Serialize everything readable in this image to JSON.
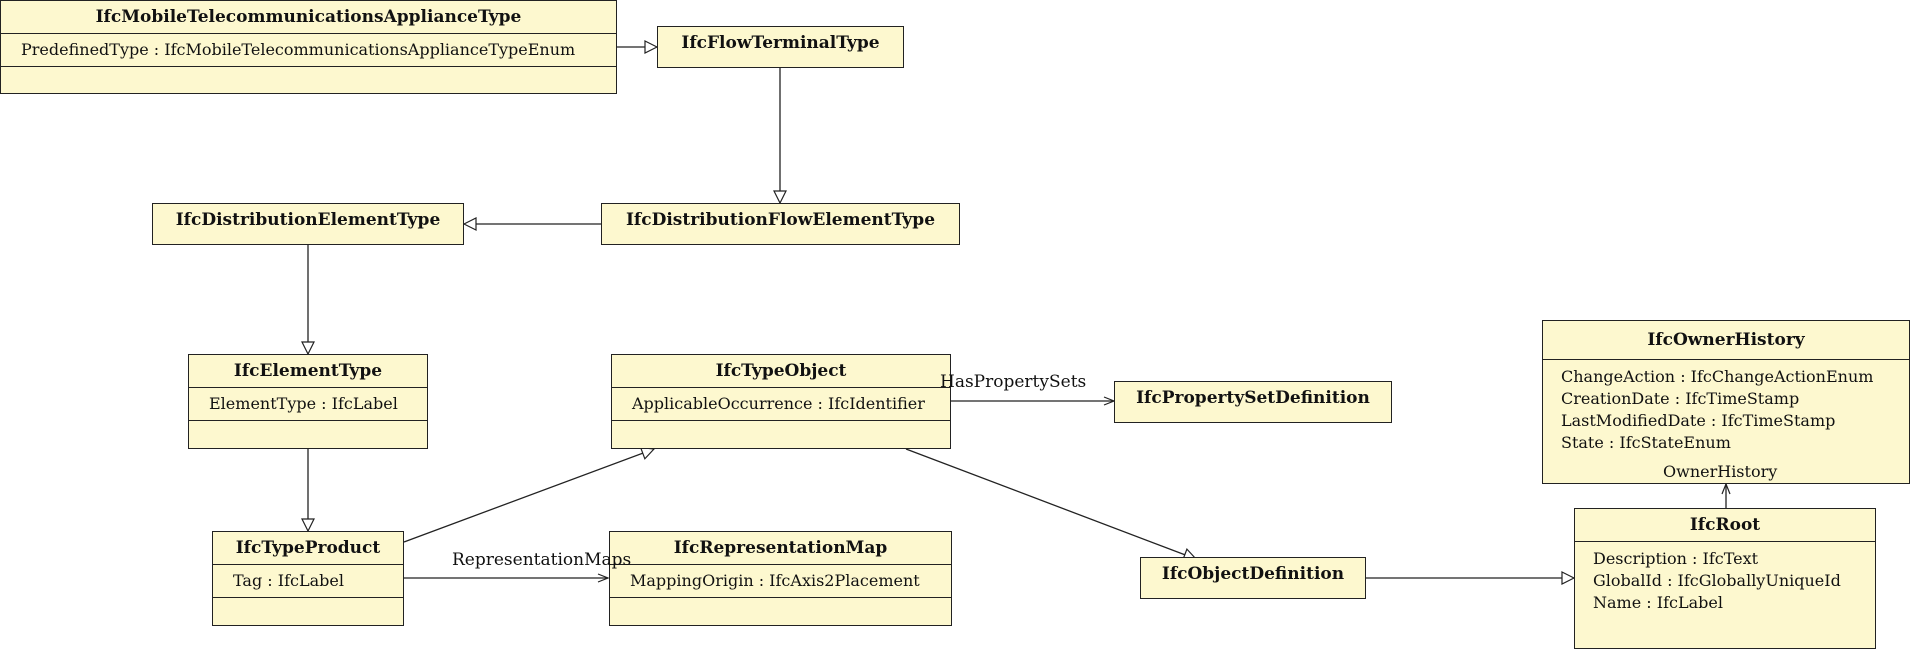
{
  "classes": {
    "mobile_telecom": {
      "name": "IfcMobileTelecommunicationsApplianceType",
      "attributes": [
        "PredefinedType : IfcMobileTelecommunicationsApplianceTypeEnum"
      ]
    },
    "flow_terminal": {
      "name": "IfcFlowTerminalType"
    },
    "dist_element": {
      "name": "IfcDistributionElementType"
    },
    "dist_flow_element": {
      "name": "IfcDistributionFlowElementType"
    },
    "element_type": {
      "name": "IfcElementType",
      "attributes": [
        "ElementType : IfcLabel"
      ]
    },
    "type_object": {
      "name": "IfcTypeObject",
      "attributes": [
        "ApplicableOccurrence : IfcIdentifier"
      ]
    },
    "property_set_def": {
      "name": "IfcPropertySetDefinition"
    },
    "owner_history": {
      "name": "IfcOwnerHistory",
      "attributes": [
        "ChangeAction : IfcChangeActionEnum",
        "CreationDate : IfcTimeStamp",
        "LastModifiedDate : IfcTimeStamp",
        "State : IfcStateEnum"
      ]
    },
    "type_product": {
      "name": "IfcTypeProduct",
      "attributes": [
        "Tag : IfcLabel"
      ]
    },
    "representation_map": {
      "name": "IfcRepresentationMap",
      "attributes": [
        "MappingOrigin : IfcAxis2Placement"
      ]
    },
    "object_definition": {
      "name": "IfcObjectDefinition"
    },
    "root": {
      "name": "IfcRoot",
      "attributes": [
        "Description : IfcText",
        "GlobalId : IfcGloballyUniqueId",
        "Name : IfcLabel"
      ]
    }
  },
  "associations": {
    "has_property_sets": "HasPropertySets",
    "representation_maps": "RepresentationMaps",
    "owner_history": "OwnerHistory"
  },
  "colors": {
    "class_fill": "#fdf8cf",
    "line": "#222222"
  }
}
